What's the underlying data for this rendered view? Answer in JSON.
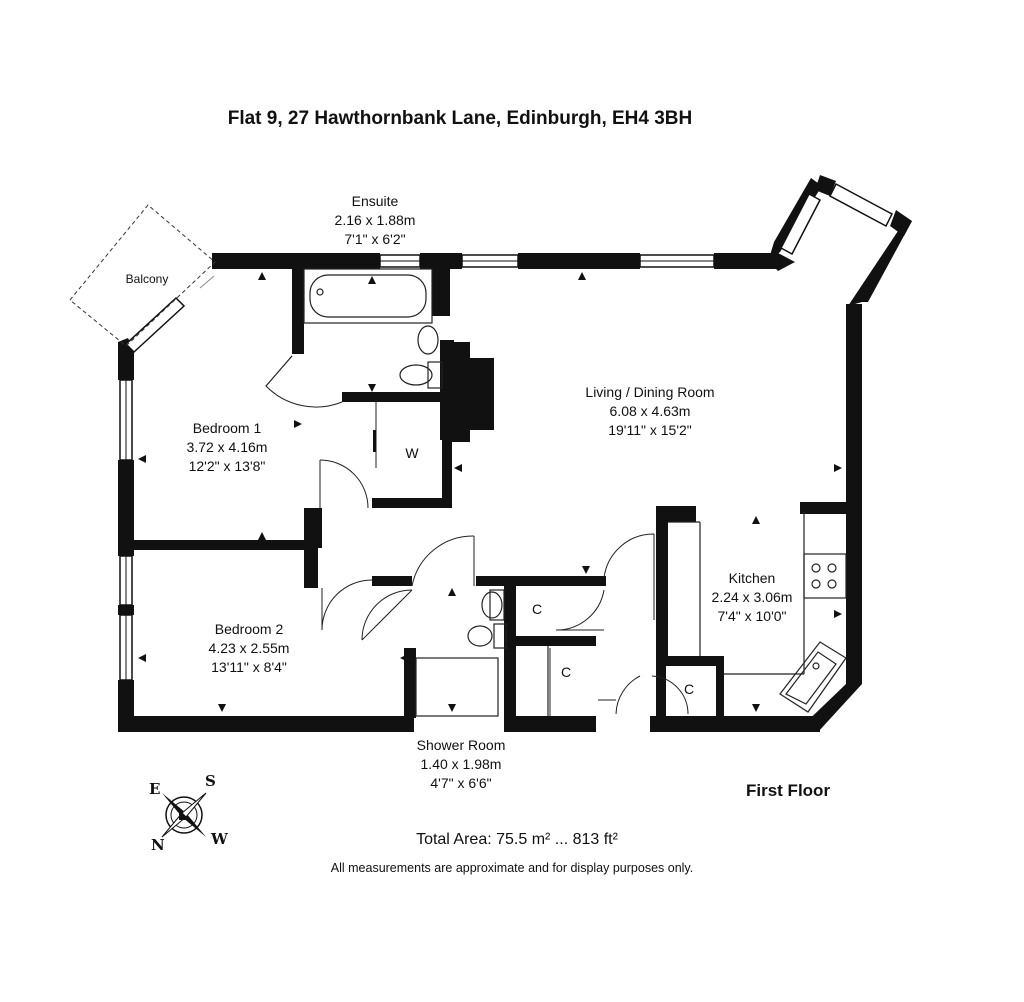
{
  "title": "Flat 9, 27 Hawthornbank Lane, Edinburgh, EH4 3BH",
  "rooms": {
    "ensuite": {
      "name": "Ensuite",
      "metric": "2.16 x 1.88m",
      "imperial": "7'1\" x 6'2\""
    },
    "balcony": {
      "name": "Balcony"
    },
    "living": {
      "name": "Living / Dining Room",
      "metric": "6.08 x 4.63m",
      "imperial": "19'11\" x 15'2\""
    },
    "bedroom1": {
      "name": "Bedroom 1",
      "metric": "3.72 x 4.16m",
      "imperial": "12'2\" x 13'8\""
    },
    "bedroom2": {
      "name": "Bedroom 2",
      "metric": "4.23 x 2.55m",
      "imperial": "13'11\" x 8'4\""
    },
    "kitchen": {
      "name": "Kitchen",
      "metric": "2.24 x 3.06m",
      "imperial": "7'4\" x 10'0\""
    },
    "shower": {
      "name": "Shower Room",
      "metric": "1.40 x 1.98m",
      "imperial": "4'7\" x 6'6\""
    }
  },
  "cupboards": {
    "wardrobe": "W",
    "c1": "C",
    "c2": "C",
    "c3": "C"
  },
  "floor_label": "First Floor",
  "total_area": "Total Area: 75.5 m² ... 813 ft²",
  "disclaimer": "All measurements are approximate and for display purposes only.",
  "compass": {
    "n": "N",
    "s": "S",
    "e": "E",
    "w": "W"
  },
  "colors": {
    "wall": "#111111",
    "background": "#ffffff"
  }
}
